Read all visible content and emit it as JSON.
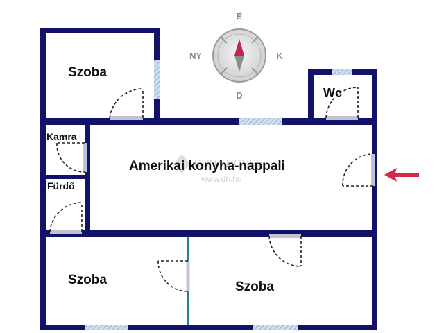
{
  "colors": {
    "wall": "#13126b",
    "window": "#a9c4de",
    "door": "#222222",
    "door_frame": "#bfc3d4",
    "arrow": "#d4284a",
    "compass_needle_n": "#c0284a",
    "compass_needle_s": "#8c8c8c",
    "partition": "#2e7d96"
  },
  "rooms": {
    "szoba_top": "Szoba",
    "wc": "Wc",
    "kamra": "Kamra",
    "furdo": "Fürdő",
    "living": "Amerikai konyha-nappali",
    "szoba_bottom_left": "Szoba",
    "szoba_bottom_right": "Szoba"
  },
  "compass": {
    "north": "É",
    "south": "D",
    "west": "NY",
    "east": "K"
  },
  "watermark": {
    "brand": "DUNA HOUSE",
    "url": "www.dh.hu"
  },
  "entrance_arrow": "entrance-arrow"
}
